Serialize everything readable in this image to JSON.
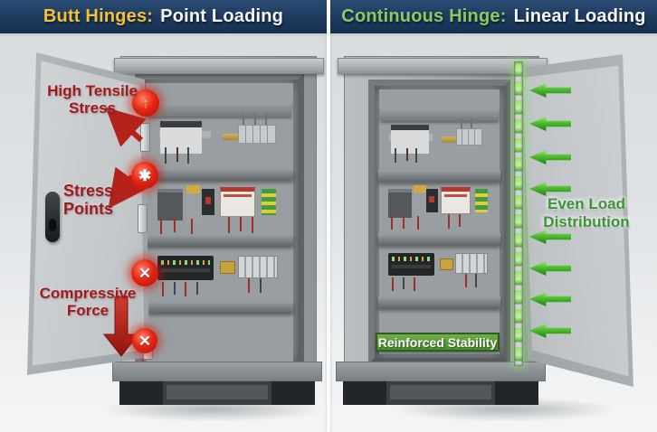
{
  "header": {
    "left": {
      "highlight": "Butt Hinges:",
      "rest": "Point Loading"
    },
    "right": {
      "highlight": "Continuous Hinge:",
      "rest": "Linear Loading"
    }
  },
  "left_panel": {
    "labels": {
      "tensile_l1": "High Tensile",
      "tensile_l2": "Stress",
      "points_l1": "Stress",
      "points_l2": "Points",
      "compress_l1": "Compressive",
      "compress_l2": "Force"
    },
    "icons": {
      "tension_glyph": "↑",
      "stress_glyph": "✱",
      "x_glyph": "✕"
    }
  },
  "right_panel": {
    "labels": {
      "even_l1": "Even Load",
      "even_l2": "Distribution",
      "banner": "Reinforced Stability"
    },
    "load_arrow_count": 8
  },
  "colors": {
    "header_bg": "#1d3a5e",
    "header_highlight_left": "#f2c233",
    "header_highlight_right": "#8cc963",
    "header_text": "#f5f6f7",
    "warning_text": "#9e1a1e",
    "burst_red": "#d31a0e",
    "arrow_red": "#b3231c",
    "load_arrow_green": "#2f9e22",
    "banner_green": "#4e8d31",
    "hinge_green": "#8ee063"
  }
}
